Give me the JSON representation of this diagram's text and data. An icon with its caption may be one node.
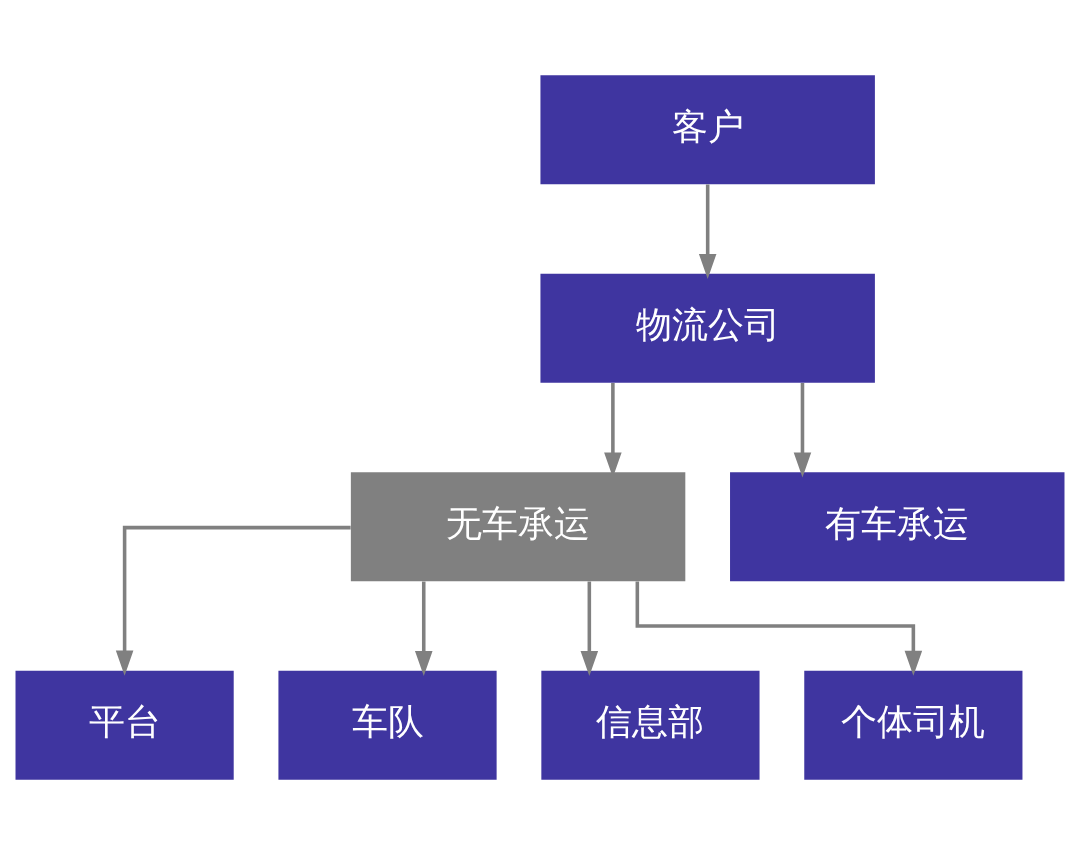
{
  "diagram": {
    "nodes": [
      {
        "text": [
          "客户"
        ]
      },
      {
        "text": [
          "物流公司"
        ]
      },
      {
        "text": [
          "无车承运"
        ]
      },
      {
        "text": [
          "有车承运"
        ]
      },
      {
        "text": [
          "平台"
        ]
      },
      {
        "text": [
          "车队"
        ]
      },
      {
        "text": [
          "信息部"
        ]
      },
      {
        "text": [
          "个体司机"
        ]
      }
    ],
    "edges": [
      {
        "from": 0,
        "to": 1,
        "arrow": "to"
      },
      {
        "from": 1,
        "to": 2,
        "arrow": "to"
      },
      {
        "from": 1,
        "to": 3,
        "arrow": "to"
      },
      {
        "from": 2,
        "to": 4,
        "arrow": "to"
      },
      {
        "from": 2,
        "to": 5,
        "arrow": "to"
      },
      {
        "from": 2,
        "to": 6,
        "arrow": "to"
      },
      {
        "from": 2,
        "to": 7,
        "arrow": "to"
      }
    ]
  }
}
